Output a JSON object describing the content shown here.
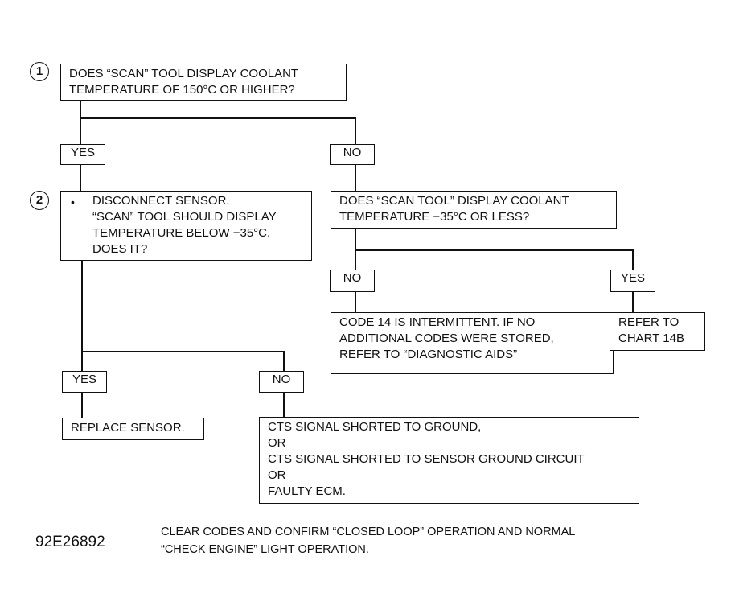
{
  "steps": {
    "s1": "1",
    "s2": "2"
  },
  "q1": {
    "lines": [
      "DOES “SCAN” TOOL DISPLAY COOLANT",
      "TEMPERATURE OF 150°C OR HIGHER?"
    ]
  },
  "q1_yes": "YES",
  "q1_no": "NO",
  "q2": {
    "bullet": "•",
    "lines": [
      "DISCONNECT SENSOR.",
      "“SCAN” TOOL SHOULD DISPLAY",
      "TEMPERATURE BELOW −35°C.",
      "DOES IT?"
    ]
  },
  "q3": {
    "lines": [
      "DOES “SCAN TOOL” DISPLAY COOLANT",
      "TEMPERATURE  −35°C OR LESS?"
    ]
  },
  "q3_no": "NO",
  "q3_yes": "YES",
  "r_intermittent": {
    "lines": [
      "CODE 14 IS INTERMITTENT.  IF NO",
      "ADDITIONAL CODES WERE STORED,",
      "REFER TO “DIAGNOSTIC AIDS”"
    ]
  },
  "r_chart": {
    "lines": [
      "REFER TO",
      "CHART 14B"
    ]
  },
  "q2_yes": "YES",
  "q2_no": "NO",
  "r_replace": "REPLACE SENSOR.",
  "r_shorted": {
    "lines": [
      "CTS SIGNAL SHORTED TO GROUND,",
      "OR",
      "CTS SIGNAL SHORTED TO SENSOR GROUND CIRCUIT",
      "OR",
      "FAULTY ECM."
    ]
  },
  "footer": {
    "id": "92E26892",
    "note_lines": [
      "CLEAR CODES AND CONFIRM “CLOSED LOOP” OPERATION AND NORMAL",
      "“CHECK ENGINE” LIGHT OPERATION."
    ]
  }
}
